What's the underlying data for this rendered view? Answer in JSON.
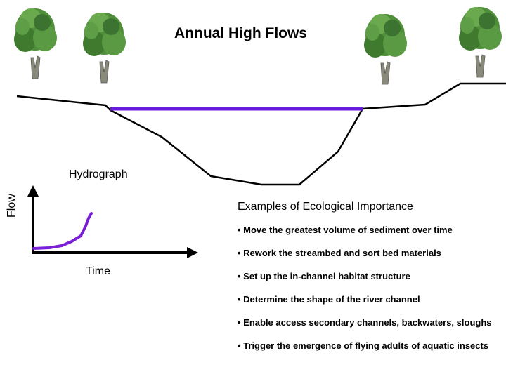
{
  "title": "Annual High Flows",
  "hydrograph": {
    "title": "Hydrograph",
    "x_label": "Time",
    "y_label": "Flow",
    "curve_color": "#7b1fd6"
  },
  "water_color": "#6a1bdc",
  "trees": [
    "tree-icon",
    "tree-icon",
    "tree-icon",
    "tree-icon"
  ],
  "ecological": {
    "heading": "Examples of Ecological Importance",
    "items": [
      "• Move the greatest volume of sediment over time",
      "• Rework the streambed and sort bed materials",
      "• Set up the in-channel habitat structure",
      "• Determine the shape of the river channel",
      "• Enable access secondary channels, backwaters, sloughs",
      "• Trigger the emergence of flying adults of aquatic insects"
    ]
  }
}
